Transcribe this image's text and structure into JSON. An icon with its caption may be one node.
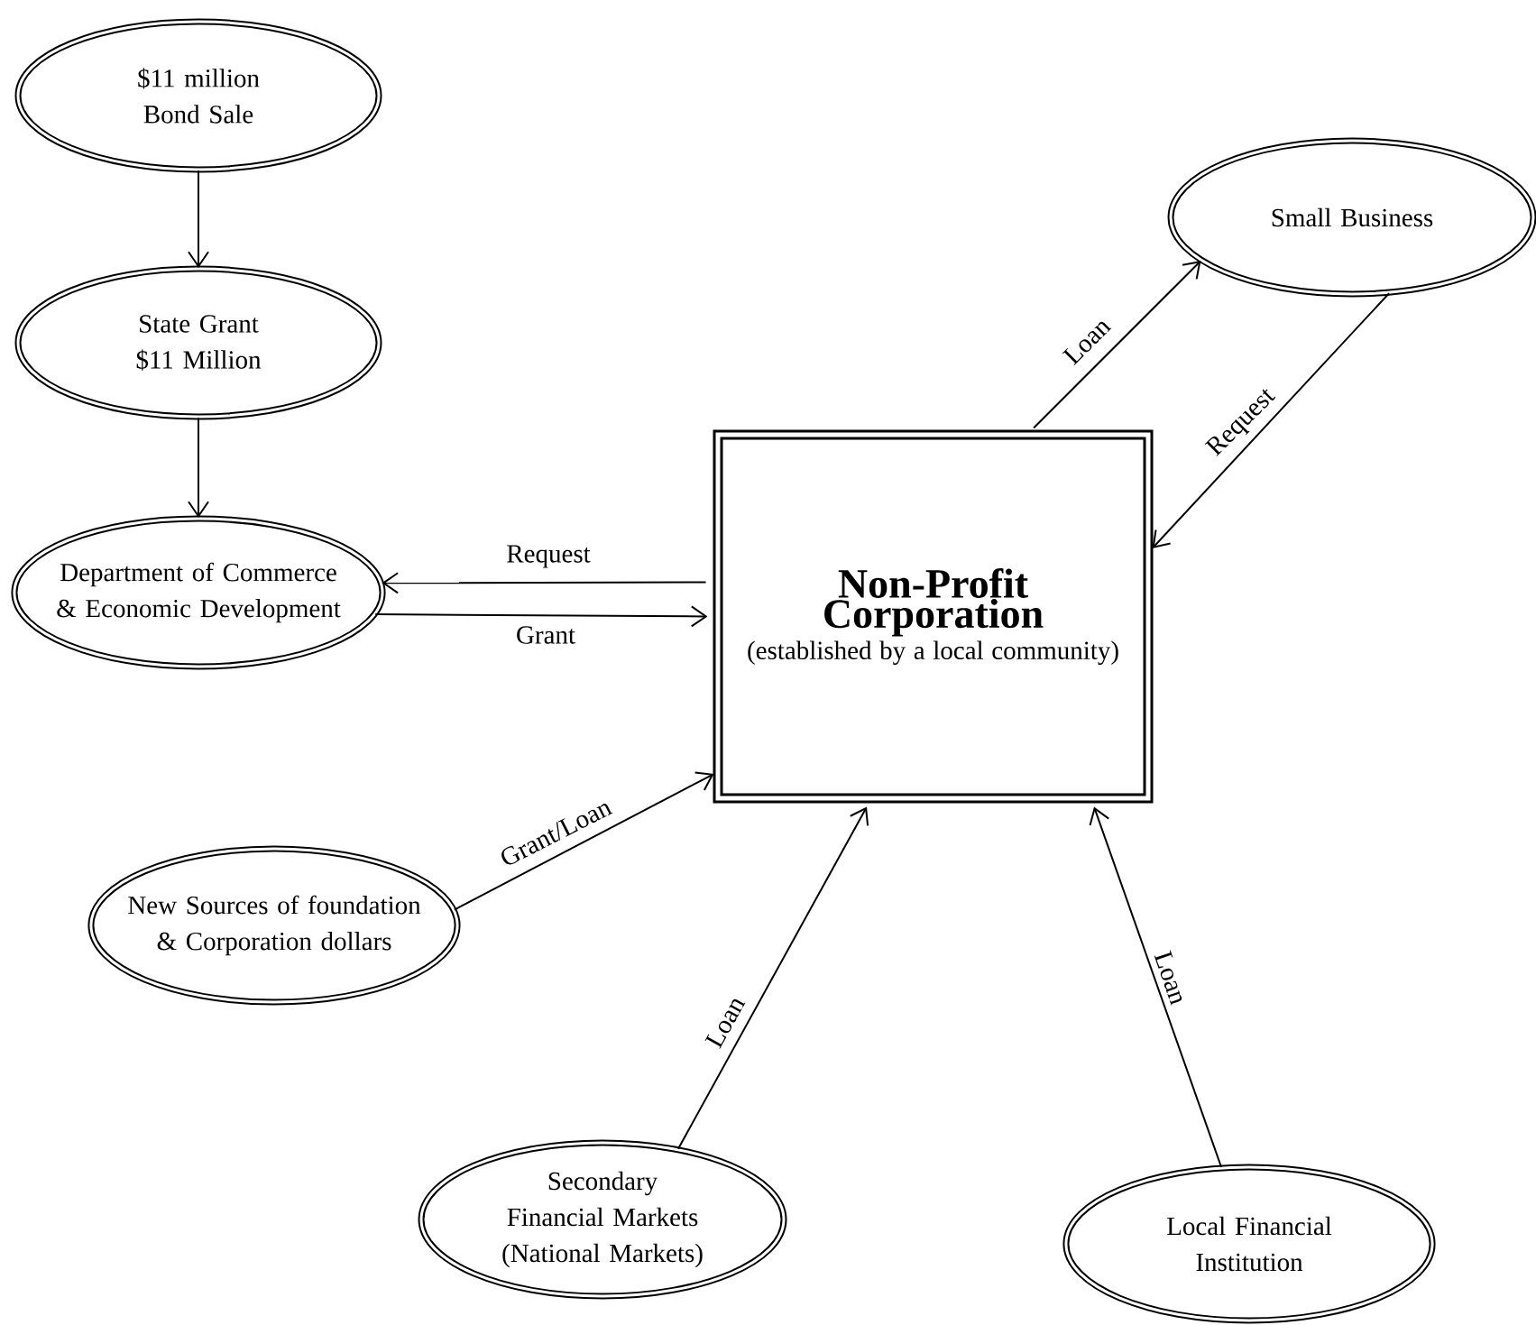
{
  "diagram": {
    "nodes": [
      {
        "text": [
          "$11 million Bond Sale"
        ]
      },
      {
        "text": [
          "Small Business"
        ]
      },
      {
        "text": [
          "State Grant $11 Million"
        ]
      },
      {
        "text": [
          "Non-Profit Corporation",
          "(established by a local community)"
        ]
      },
      {
        "text": [
          "Department of Commerce & Economic Development"
        ]
      },
      {
        "text": [
          "New Sources of foundation & Corporation dollars"
        ]
      },
      {
        "text": [
          "Secondary Financial Markets (National Markets)"
        ]
      },
      {
        "text": [
          "Local Financial Institution"
        ]
      }
    ],
    "edges": [
      {
        "from": 0,
        "to": 2,
        "arrow": "to"
      },
      {
        "from": 2,
        "to": 4,
        "arrow": "to"
      },
      {
        "from": 3,
        "to": 4,
        "arrow": "to",
        "label": "Request"
      },
      {
        "from": 4,
        "to": 3,
        "arrow": "to",
        "label": "Grant"
      },
      {
        "from": 5,
        "to": 3,
        "arrow": "to",
        "label": "Grant/Loan"
      },
      {
        "from": 6,
        "to": 3,
        "arrow": "to",
        "label": "Loan"
      },
      {
        "from": 7,
        "to": 3,
        "arrow": "to",
        "label": "Loan"
      },
      {
        "from": 3,
        "to": 1,
        "arrow": "to",
        "label": "Loan"
      },
      {
        "from": 1,
        "to": 3,
        "arrow": "to",
        "label": "Request"
      }
    ]
  }
}
